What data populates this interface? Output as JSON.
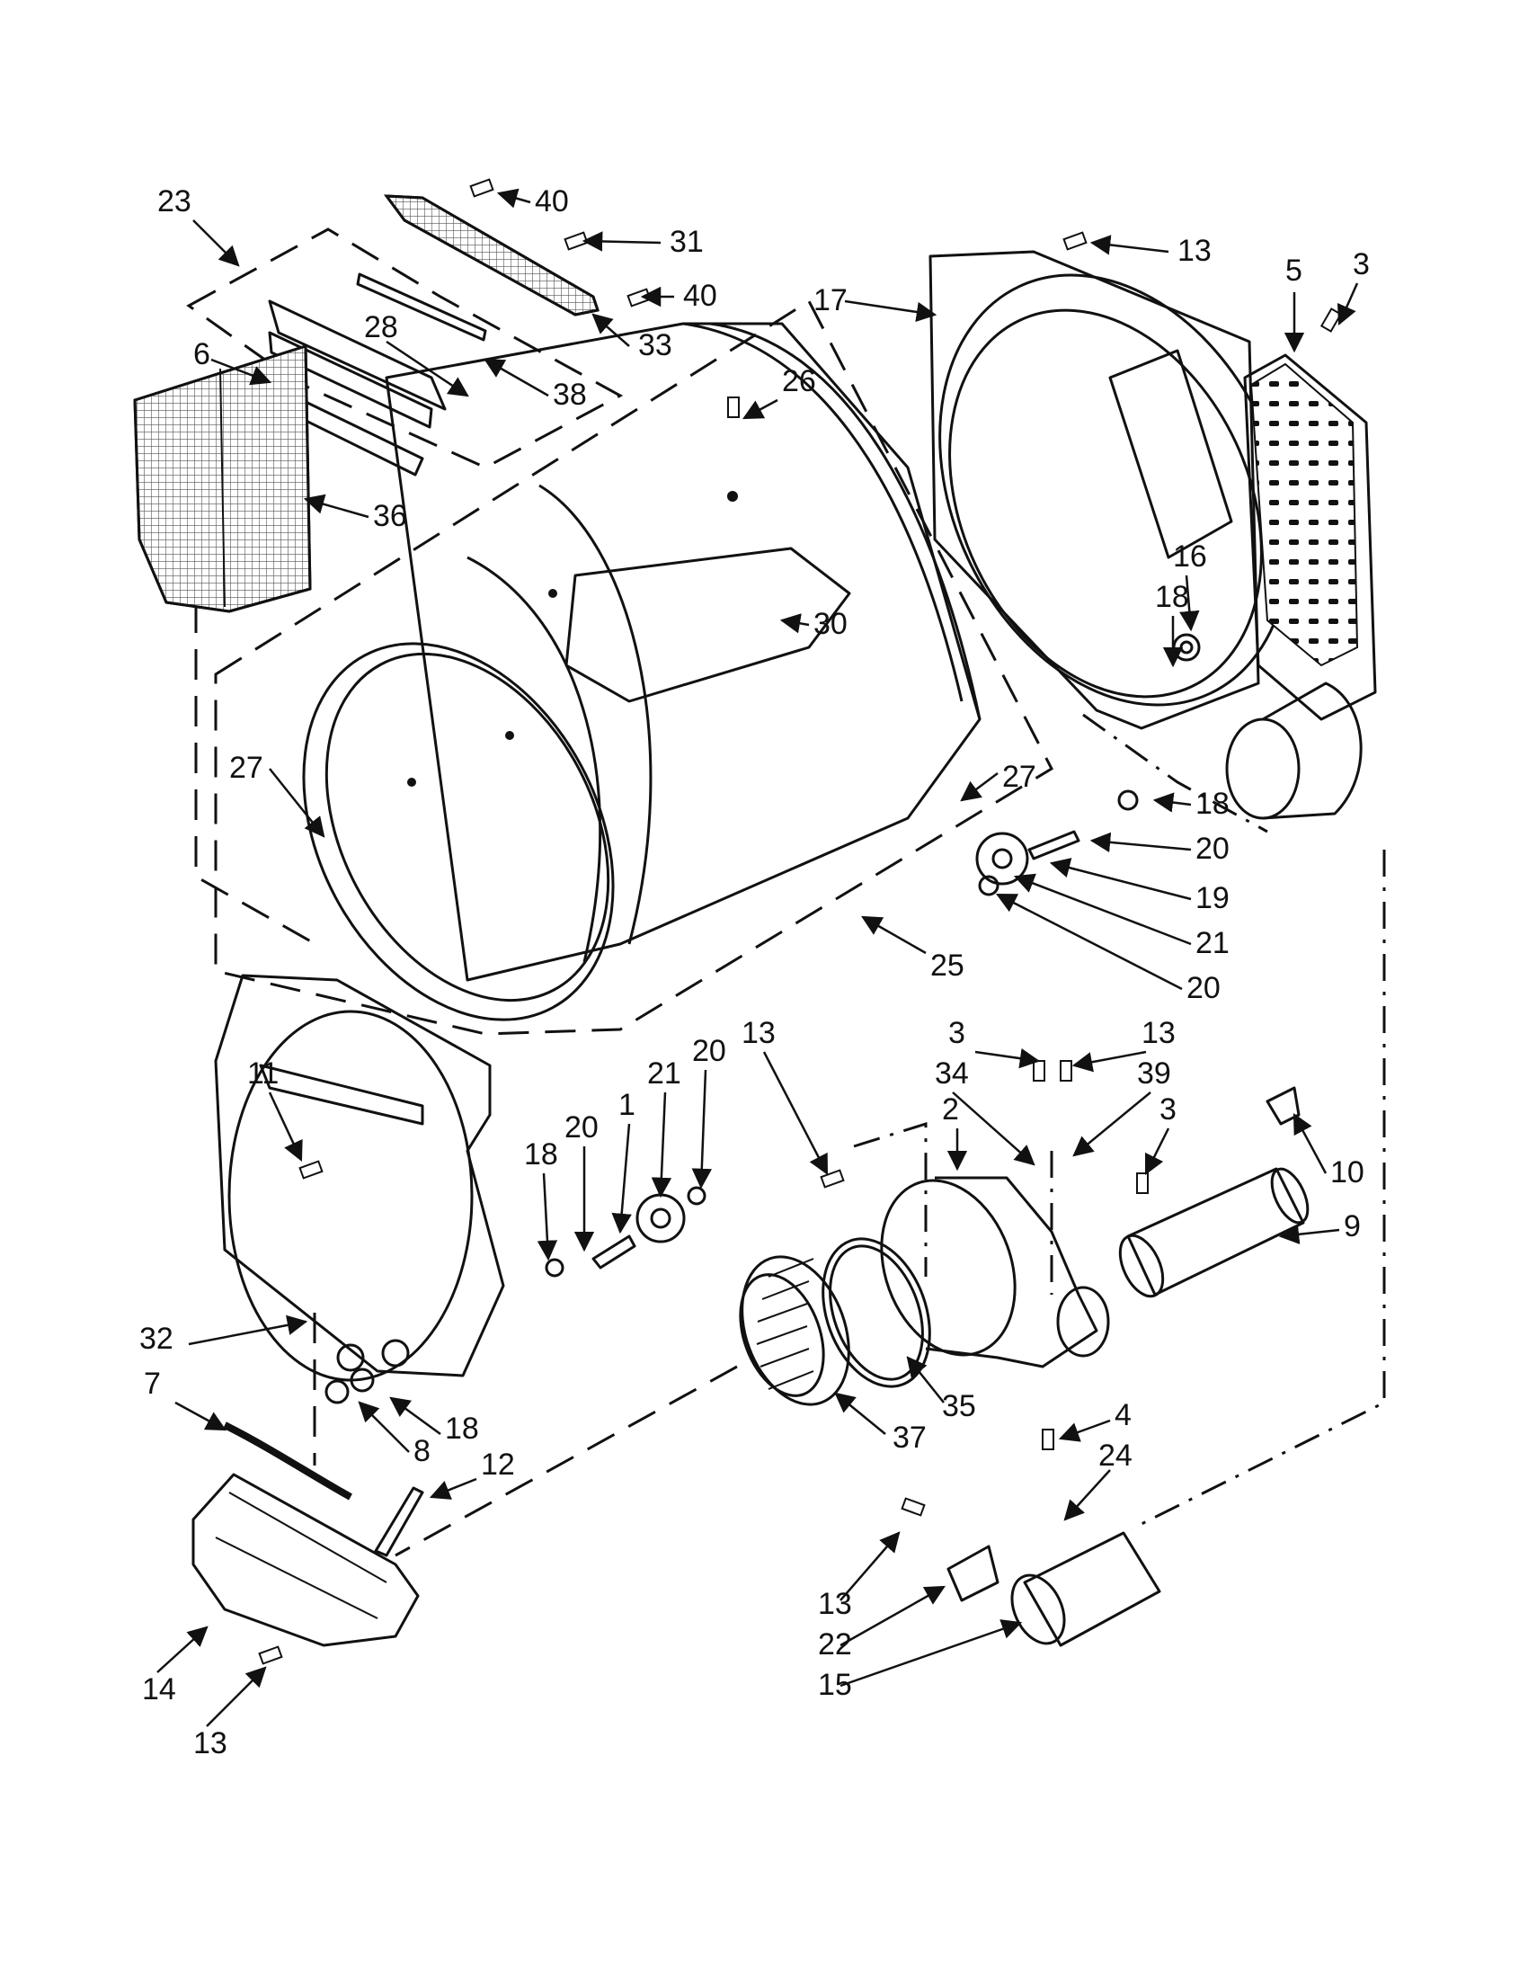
{
  "callouts": [
    {
      "label": "23"
    },
    {
      "label": "40"
    },
    {
      "label": "31"
    },
    {
      "label": "40"
    },
    {
      "label": "33"
    },
    {
      "label": "28"
    },
    {
      "label": "38"
    },
    {
      "label": "6"
    },
    {
      "label": "36"
    },
    {
      "label": "26"
    },
    {
      "label": "30"
    },
    {
      "label": "27"
    },
    {
      "label": "27"
    },
    {
      "label": "25"
    },
    {
      "label": "17"
    },
    {
      "label": "13"
    },
    {
      "label": "5"
    },
    {
      "label": "3"
    },
    {
      "label": "16"
    },
    {
      "label": "18"
    },
    {
      "label": "18"
    },
    {
      "label": "20"
    },
    {
      "label": "19"
    },
    {
      "label": "21"
    },
    {
      "label": "20"
    },
    {
      "label": "11"
    },
    {
      "label": "18"
    },
    {
      "label": "20"
    },
    {
      "label": "1"
    },
    {
      "label": "21"
    },
    {
      "label": "20"
    },
    {
      "label": "13"
    },
    {
      "label": "3"
    },
    {
      "label": "13"
    },
    {
      "label": "34"
    },
    {
      "label": "39"
    },
    {
      "label": "2"
    },
    {
      "label": "3"
    },
    {
      "label": "10"
    },
    {
      "label": "9"
    },
    {
      "label": "32"
    },
    {
      "label": "7"
    },
    {
      "label": "18"
    },
    {
      "label": "8"
    },
    {
      "label": "37"
    },
    {
      "label": "35"
    },
    {
      "label": "12"
    },
    {
      "label": "4"
    },
    {
      "label": "24"
    },
    {
      "label": "13"
    },
    {
      "label": "22"
    },
    {
      "label": "15"
    },
    {
      "label": "14"
    },
    {
      "label": "13"
    }
  ]
}
